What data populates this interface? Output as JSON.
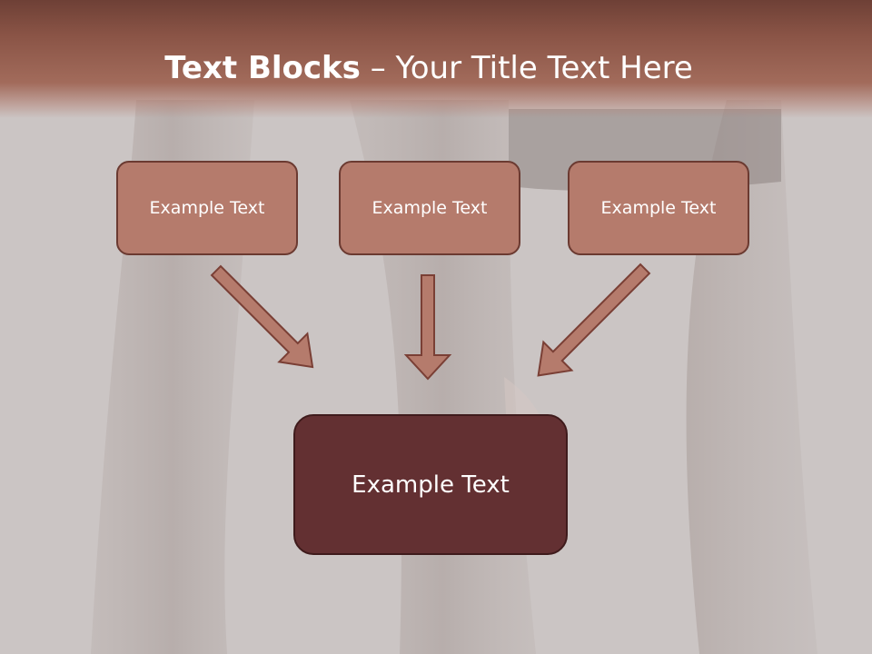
{
  "title": {
    "bold": "Text Blocks",
    "rest": " – Your Title Text Here"
  },
  "boxes": {
    "left": "Example Text",
    "center": "Example Text",
    "right": "Example Text",
    "bottom": "Example Text"
  },
  "colors": {
    "header": "#8a5446",
    "small_box_fill": "#b57b6c",
    "small_box_border": "#6b3a31",
    "big_box_fill": "#633032",
    "arrow_fill": "#b57b6c",
    "arrow_stroke": "#7a3f35",
    "background": "#cbc5c4"
  }
}
